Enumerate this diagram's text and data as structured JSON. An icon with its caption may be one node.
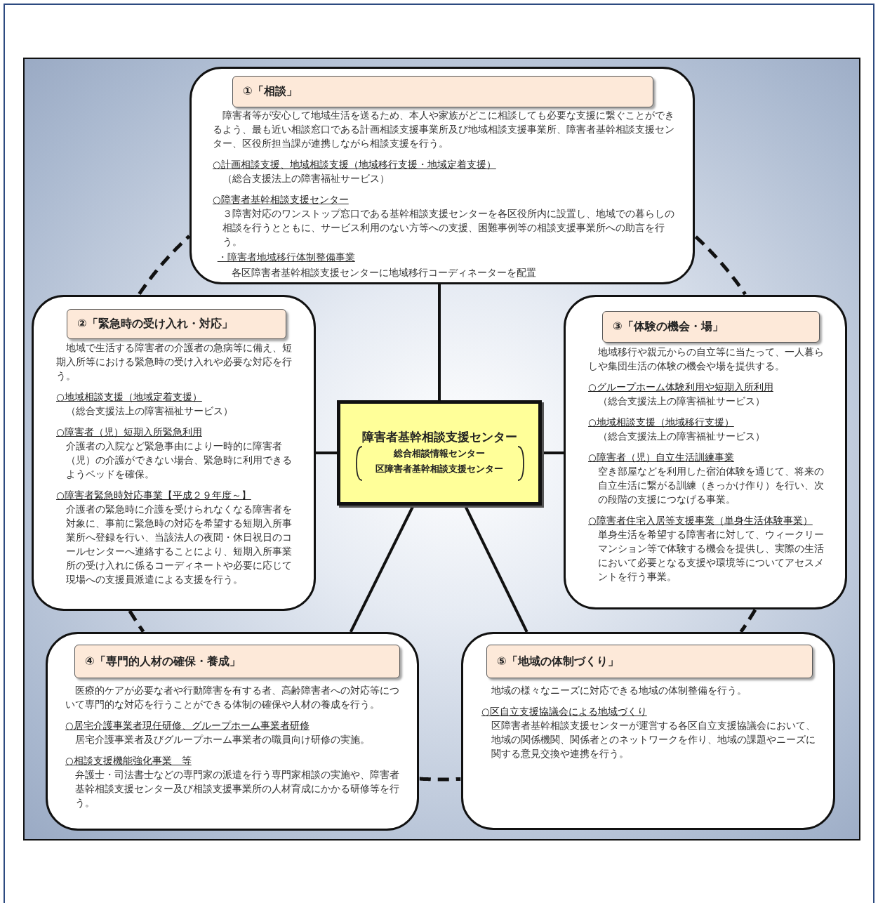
{
  "diagram": {
    "nodes": [
      {
        "text": [
          "障害者等が安心して地域生活を送るため、本人や家族がどこに相談しても必要な支援に繋ぐことができるよう、最も近い相談窓口である計画相談支援事業所及び地域相談支援事業所、障害者基幹相談支援センター、区役所担当課が連携しながら相談支援を行う。",
          "○計画相談支援、地域相談支援（地域移行支援・地域定着支援）",
          "（総合支援法上の障害福祉サービス）",
          "○障害者基幹相談支援センター",
          "３障害対応のワンストップ窓口である基幹相談支援センターを各区役所内に設置し、地域での暮らしの相談を行うとともに、サービス利用のない方等への支援、困難事例等の相談支援事業所への助言を行う。",
          "・障害者地域移行体制整備事業",
          "各区障害者基幹相談支援センターに地域移行コーディネーターを配置"
        ]
      },
      {
        "text": [
          "①「相談」"
        ],
        "in": 0
      },
      {
        "text": [
          "地域で生活する障害者の介護者の急病等に備え、短期入所等における緊急時の受け入れや必要な対応を行う。",
          "○地域相談支援（地域定着支援）",
          "（総合支援法上の障害福祉サービス）",
          "○障害者（児）短期入所緊急利用",
          "介護者の入院など緊急事由により一時的に障害者（児）の介護ができない場合、緊急時に利用できるようベッドを確保。",
          "○障害者緊急時対応事業【平成２９年度～】",
          "介護者の緊急時に介護を受けられなくなる障害者を対象に、事前に緊急時の対応を希望する短期入所事業所へ登録を行い、当該法人の夜間・休日祝日のコールセンターへ連絡することにより、短期入所事業所の受け入れに係るコーディネートや必要に応じて現場への支援員派遣による支援を行う。"
        ]
      },
      {
        "text": [
          "②「緊急時の受け入れ・対応」"
        ],
        "in": 2
      },
      {
        "text": [
          "障害者基幹相談支援センター",
          "総合相談情報センター",
          "区障害者基幹相談支援センター"
        ]
      },
      {
        "text": [
          "地域移行や親元からの自立等に当たって、一人暮らしや集団生活の体験の機会や場を提供する。",
          "○グループホーム体験利用や短期入所利用",
          "（総合支援法上の障害福祉サービス）",
          "○地域相談支援（地域移行支援）",
          "（総合支援法上の障害福祉サービス）",
          "○障害者（児）自立生活訓練事業",
          "空き部屋などを利用した宿泊体験を通じて、将来の自立生活に繋がる訓練（きっかけ作り）を行い、次の段階の支援につなげる事業。",
          "○障害者住宅入居等支援事業（単身生活体験事業）",
          "単身生活を希望する障害者に対して、ウィークリーマンション等で体験する機会を提供し、実際の生活において必要となる支援や環境等についてアセスメントを行う事業。"
        ]
      },
      {
        "text": [
          "③「体験の機会・場」"
        ],
        "in": 5
      },
      {
        "text": [
          "医療的ケアが必要な者や行動障害を有する者、高齢障害者への対応等について専門的な対応を行うことができる体制の確保や人材の養成を行う。",
          "○居宅介護事業者現任研修、グループホーム事業者研修",
          "居宅介護事業者及びグループホーム事業者の職員向け研修の実施。",
          "○相談支援機能強化事業　等",
          "弁護士・司法書士などの専門家の派遣を行う専門家相談の実施や、障害者基幹相談支援センター及び相談支援事業所の人材育成にかかる研修等を行う。"
        ]
      },
      {
        "text": [
          "④「専門的人材の確保・養成」"
        ],
        "in": 7
      },
      {
        "text": [
          "地域の様々なニーズに対応できる地域の体制整備を行う。",
          "○区自立支援協議会による地域づくり",
          "区障害者基幹相談支援センターが運営する各区自立支援協議会において、地域の関係機関、関係者とのネットワークを作り、地域の課題やニーズに関する意見交換や連携を行う。"
        ]
      },
      {
        "text": [
          "⑤「地域の体制づくり」"
        ],
        "in": 9
      }
    ],
    "edges": [
      {
        "from": 4,
        "to": 0,
        "arrow": "none"
      },
      {
        "from": 4,
        "to": 2,
        "arrow": "none"
      },
      {
        "from": 4,
        "to": 5,
        "arrow": "none"
      },
      {
        "from": 4,
        "to": 7,
        "arrow": "none"
      },
      {
        "from": 4,
        "to": 9,
        "arrow": "none"
      },
      {
        "from": 2,
        "to": 0,
        "arrow": "none",
        "style": "dashed"
      },
      {
        "from": 0,
        "to": 5,
        "arrow": "none",
        "style": "dashed"
      },
      {
        "from": 2,
        "to": 7,
        "arrow": "none",
        "style": "dashed"
      },
      {
        "from": 5,
        "to": 9,
        "arrow": "none",
        "style": "dashed"
      },
      {
        "from": 7,
        "to": 9,
        "arrow": "none",
        "style": "dashed"
      }
    ]
  }
}
